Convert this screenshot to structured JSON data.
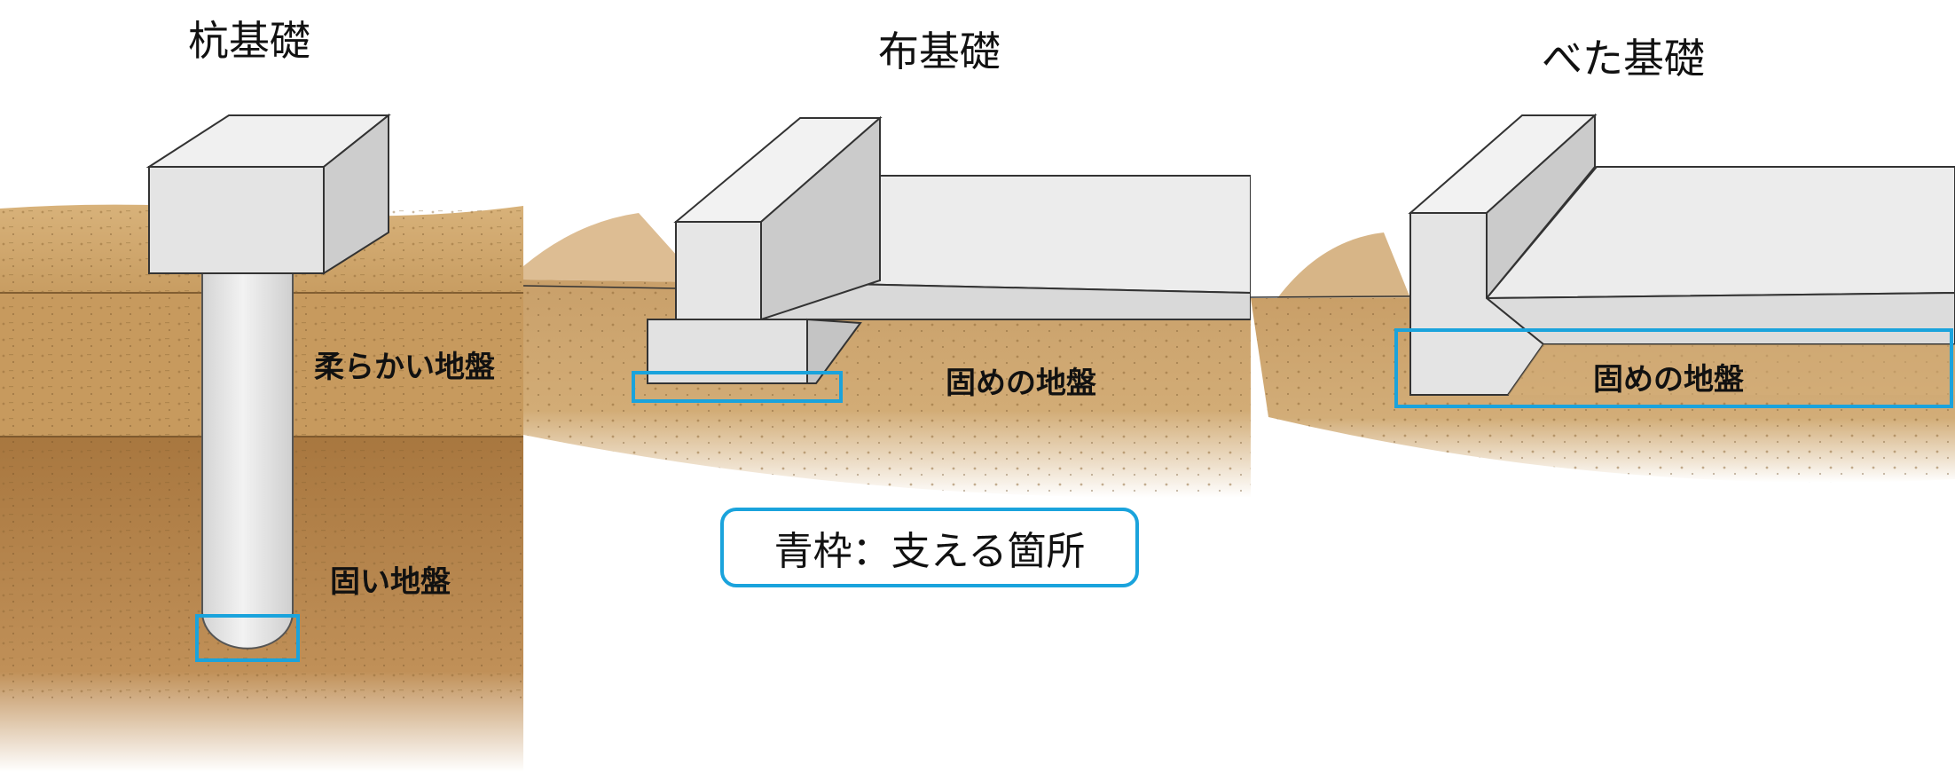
{
  "panels": {
    "pile": {
      "title": "杭基礎",
      "soft_label": "柔らかい地盤",
      "hard_label": "固い地盤"
    },
    "strip": {
      "title": "布基礎",
      "ground_label": "固めの地盤"
    },
    "mat": {
      "title": "べた基礎",
      "ground_label": "固めの地盤"
    }
  },
  "legend": {
    "text": "青枠：支える箇所"
  },
  "colors": {
    "highlight": "#1aa3dc",
    "soil_light": "#c9a36a",
    "soil_dark": "#a97c45",
    "concrete": "#e2e2e2",
    "concrete_shade": "#c6c6c6"
  }
}
